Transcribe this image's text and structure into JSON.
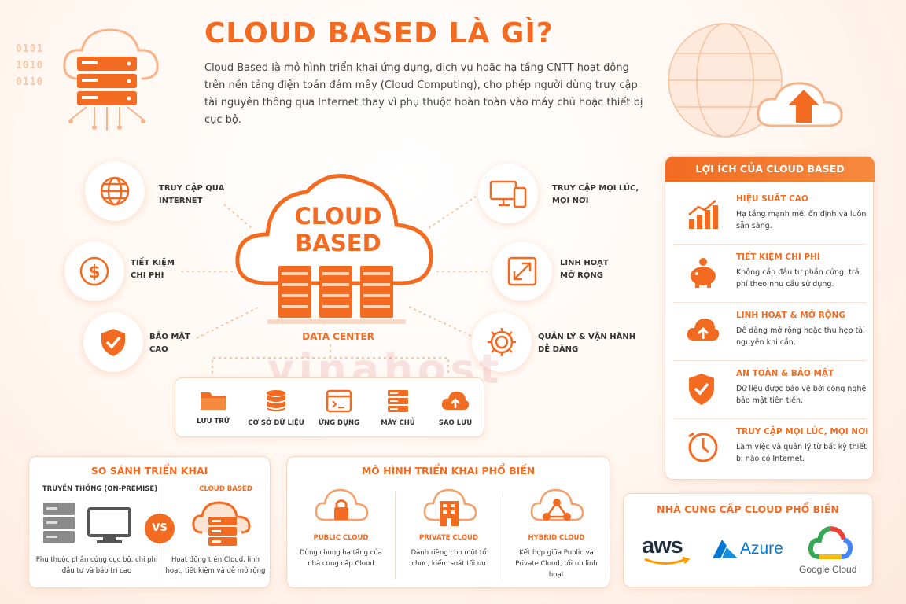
{
  "header": {
    "title": "CLOUD BASED LÀ GÌ?",
    "description": "Cloud Based là mô hình triển khai ứng dụng, dịch vụ hoặc hạ tầng CNTT hoạt động trên nền tảng điện toán đám mây (Cloud Computing), cho phép người dùng truy cập tài nguyên thông qua Internet thay vì phụ thuộc hoàn toàn vào máy chủ hoặc thiết bị cục bộ."
  },
  "decor": {
    "binary": [
      "0101",
      "1010",
      "0110"
    ]
  },
  "watermark": "vinahost",
  "center": {
    "title_line1": "CLOUD",
    "title_line2": "BASED",
    "datacenter_label": "DATA CENTER"
  },
  "features_left": [
    {
      "label_line1": "TRUY CẬP QUA",
      "label_line2": "INTERNET",
      "icon": "globe-icon"
    },
    {
      "label_line1": "TIẾT KIỆM",
      "label_line2": "CHI PHÍ",
      "icon": "dollar-icon"
    },
    {
      "label_line1": "BẢO MẬT",
      "label_line2": "CAO",
      "icon": "shield-check-icon"
    }
  ],
  "features_right": [
    {
      "label_line1": "TRUY CẬP MỌI LÚC,",
      "label_line2": "MỌI NƠI",
      "icon": "devices-icon"
    },
    {
      "label_line1": "LINH HOẠT",
      "label_line2": "MỞ RỘNG",
      "icon": "expand-icon"
    },
    {
      "label_line1": "QUẢN LÝ & VẬN HÀNH",
      "label_line2": "DỄ DÀNG",
      "icon": "gear-icon"
    }
  ],
  "services": [
    {
      "label": "LƯU TRỮ",
      "icon": "folder-icon"
    },
    {
      "label": "CƠ SỞ DỮ LIỆU",
      "icon": "database-icon"
    },
    {
      "label": "ỨNG DỤNG",
      "icon": "app-window-icon"
    },
    {
      "label": "MÁY CHỦ",
      "icon": "server-icon"
    },
    {
      "label": "SAO LƯU",
      "icon": "cloud-upload-icon"
    }
  ],
  "benefits": {
    "title": "LỢI ÍCH CỦA CLOUD BASED",
    "items": [
      {
        "title": "HIỆU SUẤT CAO",
        "desc": "Hạ tầng mạnh mẽ, ổn định và luôn sẵn sàng.",
        "icon": "growth-chart-icon"
      },
      {
        "title": "TIẾT KIỆM CHI PHÍ",
        "desc": "Không cần đầu tư phần cứng, trả phí theo nhu cầu sử dụng.",
        "icon": "piggy-bank-icon"
      },
      {
        "title": "LINH HOẠT & MỞ RỘNG",
        "desc": "Dễ dàng mở rộng hoặc thu hẹp tài nguyên khi cần.",
        "icon": "cloud-upload-icon"
      },
      {
        "title": "AN TOÀN & BẢO MẬT",
        "desc": "Dữ liệu được bảo vệ bởi công nghệ bảo mật tiên tiến.",
        "icon": "shield-check-icon"
      },
      {
        "title": "TRUY CẬP MỌI LÚC, MỌI NƠI",
        "desc": "Làm việc và quản lý từ bất kỳ thiết bị nào có Internet.",
        "icon": "clock-icon"
      }
    ]
  },
  "comparison": {
    "title": "SO SÁNH TRIỂN KHAI",
    "left_title": "TRUYỀN THỐNG (ON-PREMISE)",
    "left_desc": "Phụ thuộc phần cứng cục bộ, chi phí đầu tư và bảo trì cao",
    "vs": "VS",
    "right_title": "CLOUD BASED",
    "right_desc": "Hoạt động trên Cloud, linh hoạt, tiết kiệm và dễ mở rộng"
  },
  "models": {
    "title": "MÔ HÌNH TRIỂN KHAI PHỔ BIẾN",
    "items": [
      {
        "title": "PUBLIC CLOUD",
        "desc": "Dùng chung hạ tầng của nhà cung cấp Cloud",
        "icon": "cloud-lock-icon"
      },
      {
        "title": "PRIVATE CLOUD",
        "desc": "Dành riêng cho một tổ chức, kiểm soát tối ưu",
        "icon": "cloud-building-icon"
      },
      {
        "title": "HYBRID CLOUD",
        "desc": "Kết hợp giữa Public và Private Cloud, tối ưu linh hoạt",
        "icon": "cloud-network-icon"
      }
    ]
  },
  "providers": {
    "title": "NHÀ CUNG CẤP CLOUD PHỔ BIẾN",
    "items": [
      "aws",
      "Azure",
      "Google Cloud"
    ]
  },
  "colors": {
    "accent": "#f26b21",
    "accent_light": "#f7893c",
    "text": "#333333"
  }
}
